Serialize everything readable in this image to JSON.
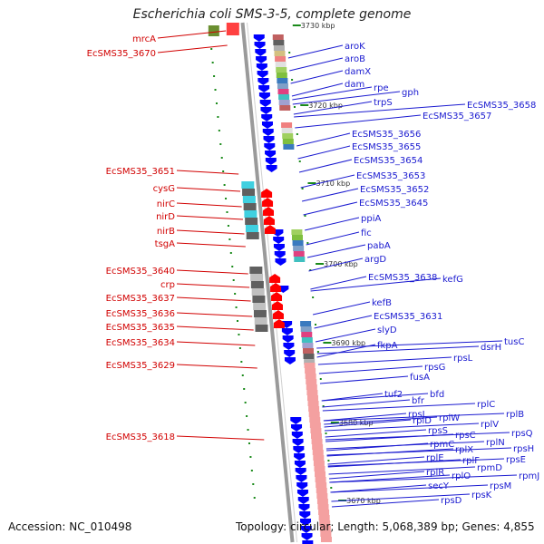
{
  "title": "Escherichia coli SMS-3-5, complete genome",
  "footer": {
    "accession": "Accession: NC_010498",
    "summary": "Topology: circular; Length: 5,068,389 bp; Genes: 4,855"
  },
  "colors": {
    "backbone": "#9a9a9a",
    "left_label": "#d10000",
    "right_label": "#1a1ad0",
    "forward_gene": "#ff0000",
    "reverse_gene": "#0000ff",
    "tick": "#1a8a1a"
  },
  "ruler_labels": [
    "3730 kbp",
    "3720 kbp",
    "3710 kbp",
    "3700 kbp",
    "3690 kbp",
    "3680 kbp",
    "3670 kbp"
  ],
  "left_labels": [
    "mrcA",
    "EcSMS35_3670",
    "EcSMS35_3651",
    "cysG",
    "nirC",
    "nirD",
    "nirB",
    "tsgA",
    "EcSMS35_3640",
    "crp",
    "EcSMS35_3637",
    "EcSMS35_3636",
    "EcSMS35_3635",
    "EcSMS35_3634",
    "EcSMS35_3629",
    "EcSMS35_3618"
  ],
  "right_labels": [
    "aroK",
    "aroB",
    "damX",
    "dam",
    "rpe",
    "gph",
    "trpS",
    "EcSMS35_3658",
    "EcSMS35_3657",
    "EcSMS35_3656",
    "EcSMS35_3655",
    "EcSMS35_3654",
    "EcSMS35_3653",
    "EcSMS35_3652",
    "EcSMS35_3645",
    "ppiA",
    "fic",
    "pabA",
    "argD",
    "EcSMS35_3638",
    "kefG",
    "kefB",
    "EcSMS35_3631",
    "slyD",
    "fkpA",
    "tusC",
    "dsrH",
    "rpsL",
    "rpsG",
    "fusA",
    "tuf2",
    "bfd",
    "bfr",
    "rplC",
    "rpsJ",
    "rplD",
    "rplW",
    "rplB",
    "rpsS",
    "rplV",
    "rpsC",
    "rpsQ",
    "rpmC",
    "rplX",
    "rplN",
    "rpsH",
    "rplE",
    "rplF",
    "rpsE",
    "rplR",
    "rpmD",
    "rpmJ",
    "rplO",
    "rpsM",
    "secY",
    "rpsK",
    "rpsD"
  ]
}
